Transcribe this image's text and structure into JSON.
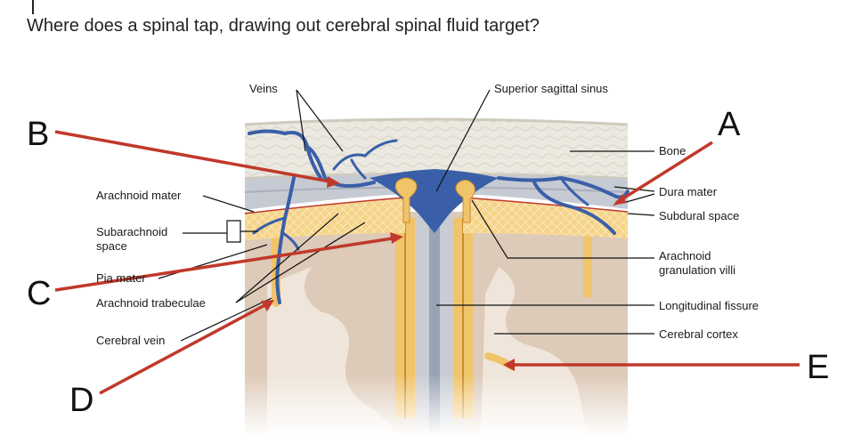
{
  "question": "Where does a spinal tap, drawing out cerebral spinal fluid target?",
  "labels": {
    "veins": "Veins",
    "superior_sagittal_sinus": "Superior sagittal sinus",
    "bone": "Bone",
    "dura_mater": "Dura mater",
    "subdural_space": "Subdural space",
    "arachnoid_granulation_villi_1": "Arachnoid",
    "arachnoid_granulation_villi_2": "granulation villi",
    "longitudinal_fissure": "Longitudinal fissure",
    "cerebral_cortex": "Cerebral cortex",
    "arachnoid_mater": "Arachnoid mater",
    "subarachnoid_space_1": "Subarachnoid",
    "subarachnoid_space_2": "space",
    "pia_mater": "Pia mater",
    "arachnoid_trabeculae": "Arachnoid trabeculae",
    "cerebral_vein": "Cerebral vein"
  },
  "answer_letters": {
    "a": "A",
    "b": "B",
    "c": "C",
    "d": "D",
    "e": "E"
  },
  "colors": {
    "arrow": "#c0392b",
    "vein": "#3a5fa8",
    "bone": "#e9e6dc",
    "dura": "#c8ccd4",
    "arachnoid": "#f2c975",
    "cortex": "#d8c7b6"
  }
}
